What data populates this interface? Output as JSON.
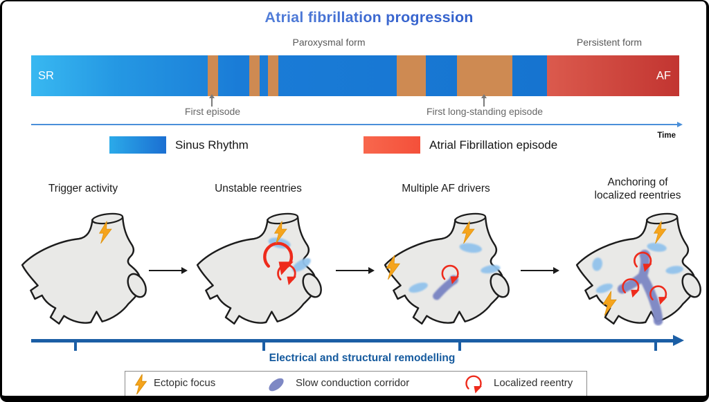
{
  "figure_title": "Atrial fibrillation progression",
  "timeline": {
    "phase_labels": {
      "paroxysmal": "Paroxysmal form",
      "persistent": "Persistent form"
    },
    "bar": {
      "start_label": "SR",
      "end_label": "AF"
    },
    "annotations": {
      "first_episode": "First episode",
      "first_longstanding": "First long-standing episode"
    },
    "axis_label": "Time",
    "colors": {
      "sr_gradient_start": "#38B8F1",
      "sr_gradient_end": "#1674D0",
      "af_episode": "#CE8A52",
      "persistent_af_start": "#DB5A4D",
      "persistent_af_end": "#C23531"
    },
    "segments": [
      {
        "type": "af_episode",
        "left_pct": 27.24,
        "width_pct": 1.6
      },
      {
        "type": "af_episode",
        "left_pct": 33.65,
        "width_pct": 1.6
      },
      {
        "type": "af_episode",
        "left_pct": 36.54,
        "width_pct": 1.6
      },
      {
        "type": "af_episode",
        "left_pct": 56.41,
        "width_pct": 4.49
      },
      {
        "type": "af_episode",
        "left_pct": 65.71,
        "width_pct": 8.55
      },
      {
        "type": "persistent_af",
        "left_pct": 79.59,
        "width_pct": 20.41
      }
    ]
  },
  "rhythm_legend": [
    {
      "label": "Sinus Rhythm"
    },
    {
      "label": "Atrial Fibrillation episode"
    }
  ],
  "stages": [
    {
      "label": "Trigger activity"
    },
    {
      "label": "Unstable reentries"
    },
    {
      "label": "Multiple AF drivers"
    },
    {
      "label": "Anchoring of localized reentries"
    }
  ],
  "remodelling_axis": {
    "label": "Electrical and structural remodelling"
  },
  "symbol_legend": [
    {
      "icon": "ectopic-focus-icon",
      "label": "Ectopic focus"
    },
    {
      "icon": "slow-conduction-corridor-icon",
      "label": "Slow conduction corridor"
    },
    {
      "icon": "localized-reentry-icon",
      "label": "Localized reentry"
    }
  ],
  "palette": {
    "title_gradient": [
      "#79A6E9",
      "#1F53C5"
    ],
    "time_axis_blue": "#4A8FD9",
    "remodelling_blue": "#1B5EA5",
    "heart_fill": "#E9E9E7",
    "heart_outline": "#1C1C1C",
    "ectopic_focus_orange": "#F5A41D",
    "fibrosis_patch_blue": "#92C3EC",
    "conduction_corridor_purple": "#7E88C4",
    "reentry_red": "#EE2B1C",
    "legend_sinus_gradient": [
      "#2BAAE9",
      "#1B6FD2"
    ],
    "legend_af_gradient": [
      "#F8674D",
      "#F4503A"
    ]
  }
}
